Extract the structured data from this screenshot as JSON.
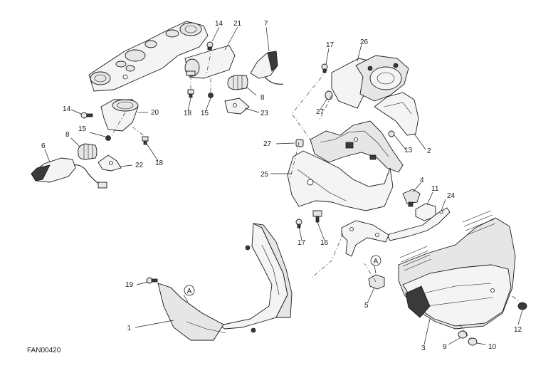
{
  "diagram_code": "FAN00420",
  "ref_marker": "A",
  "callouts": {
    "c1": "1",
    "c2": "2",
    "c3": "3",
    "c4": "4",
    "c5": "5",
    "c6": "6",
    "c7": "7",
    "c8a": "8",
    "c8b": "8",
    "c9": "9",
    "c10": "10",
    "c11": "11",
    "c12": "12",
    "c13": "13",
    "c14a": "14",
    "c14b": "14",
    "c15a": "15",
    "c15b": "15",
    "c16": "16",
    "c17a": "17",
    "c17b": "17",
    "c18a": "18",
    "c18b": "18",
    "c19": "19",
    "c20": "20",
    "c21": "21",
    "c22": "22",
    "c23": "23",
    "c24": "24",
    "c25": "25",
    "c26": "26",
    "c27a": "27",
    "c27b": "27"
  }
}
